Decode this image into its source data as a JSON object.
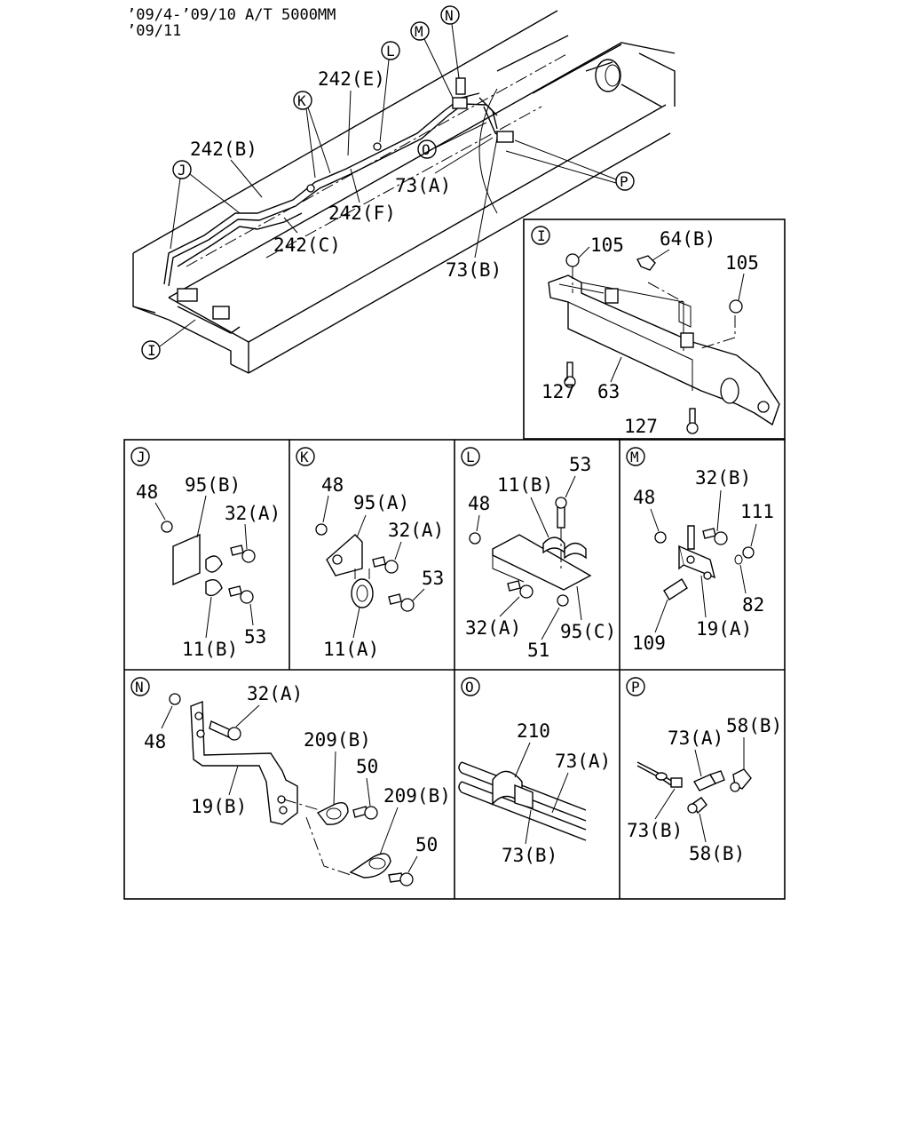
{
  "header": {
    "line1": "’09/4-’09/10 A/T 5000MM",
    "line2": "’09/11"
  },
  "overview": {
    "callouts": {
      "n": "N",
      "m": "M",
      "l": "L",
      "k": "K",
      "j": "J",
      "o": "O",
      "p": "P",
      "i": "I"
    },
    "labels": {
      "l242e": "242(E)",
      "l242b": "242(B)",
      "l242f": "242(F)",
      "l242c": "242(C)",
      "l73a": "73(A)",
      "l73b": "73(B)"
    }
  },
  "panels": {
    "i": {
      "letter": "I",
      "labels": {
        "p105a": "105",
        "p64b": "64(B)",
        "p105b": "105",
        "p127a": "127",
        "p63": "63",
        "p127b": "127"
      }
    },
    "j": {
      "letter": "J",
      "labels": {
        "p48": "48",
        "p95b": "95(B)",
        "p32a": "32(A)",
        "p11b": "11(B)",
        "p53": "53"
      }
    },
    "k": {
      "letter": "K",
      "labels": {
        "p48": "48",
        "p95a": "95(A)",
        "p32a": "32(A)",
        "p53": "53",
        "p11a": "11(A)"
      }
    },
    "l": {
      "letter": "L",
      "labels": {
        "p53": "53",
        "p11b": "11(B)",
        "p48": "48",
        "p32a": "32(A)",
        "p51": "51",
        "p95c": "95(C)"
      }
    },
    "m": {
      "letter": "M",
      "labels": {
        "p48": "48",
        "p32b": "32(B)",
        "p111": "111",
        "p82": "82",
        "p109": "109",
        "p19a": "19(A)"
      }
    },
    "n": {
      "letter": "N",
      "labels": {
        "p48": "48",
        "p32a": "32(A)",
        "p209b1": "209(B)",
        "p50a": "50",
        "p19b": "19(B)",
        "p209b2": "209(B)",
        "p50b": "50"
      }
    },
    "o": {
      "letter": "O",
      "labels": {
        "p210": "210",
        "p73a": "73(A)",
        "p73b": "73(B)"
      }
    },
    "p": {
      "letter": "P",
      "labels": {
        "p73a": "73(A)",
        "p58b1": "58(B)",
        "p73b": "73(B)",
        "p58b2": "58(B)"
      }
    }
  }
}
